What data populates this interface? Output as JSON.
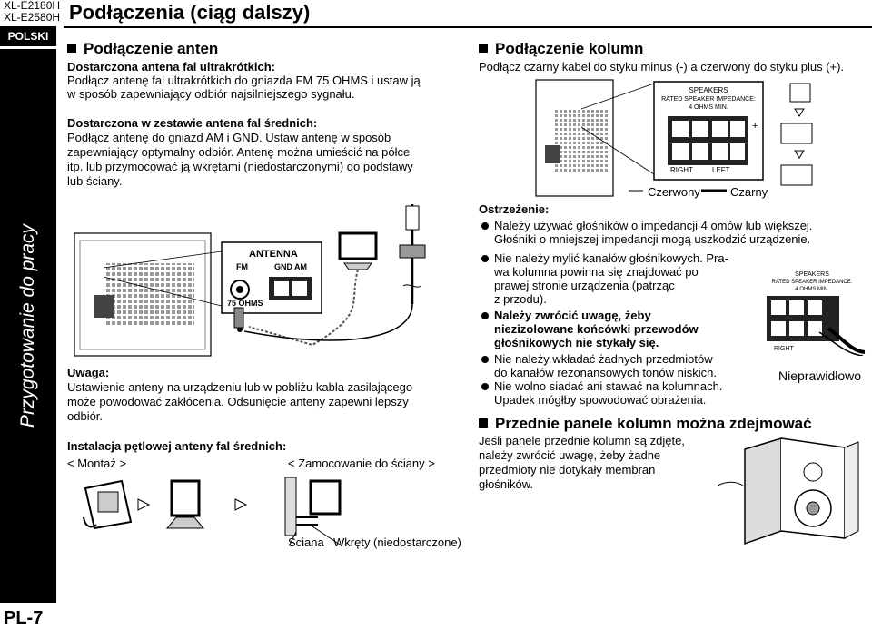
{
  "header": {
    "model_line1": "XL-E2180H",
    "model_line2": "XL-E2580H",
    "title": "Podłączenia (ciąg dalszy)",
    "language": "POLSKI"
  },
  "sidebar": {
    "section": "Przygotowanie do pracy"
  },
  "footer": {
    "page": "PL-7"
  },
  "antenna": {
    "heading": "Podłączenie anten",
    "fm_title": "Dostarczona antena fal ultrakrótkich:",
    "fm_text_1": "Podłącz antenę fal ultrakrótkich do gniazda FM 75 OHMS i ustaw ją",
    "fm_text_2": "w sposób zapewniający odbiór najsilniejszego sygnału.",
    "am_title": "Dostarczona w zestawie antena fal średnich:",
    "am_text_1": "Podłącz antenę do gniazd AM i GND. Ustaw antenę w sposób",
    "am_text_2": "zapewniający optymalny odbiór. Antenę można umieścić na półce",
    "am_text_3": "itp. lub przymocować ją wkrętami (niedostarczonymi) do podstawy",
    "am_text_4": "lub ściany.",
    "panel_label": "ANTENNA",
    "fm_label": "FM",
    "gnd_label": "GND",
    "am_label": "AM",
    "ohms_label": "75 OHMS",
    "note_title": "Uwaga:",
    "note_text_1": "Ustawienie anteny na urządzeniu lub w pobliżu kabla zasilającego",
    "note_text_2": "może powodować zakłócenia. Odsunięcie anteny zapewni lepszy",
    "note_text_3": "odbiór.",
    "install_title": "Instalacja pętlowej anteny fal średnich:",
    "mount_label": "< Montaż >",
    "wall_label": "< Zamocowanie do ściany >",
    "wall_caption": "Ściana",
    "screws_caption": "Wkręty (niedostarczone)"
  },
  "speakers": {
    "heading": "Podłączenie kolumn",
    "text": "Podłącz czarny kabel do styku minus (-) a czerwony do styku plus (+).",
    "panel_line1": "SPEAKERS",
    "panel_line2": "RATED SPEAKER IMPEDANCE:",
    "panel_line3": "4 OHMS MIN.",
    "right_label": "RIGHT",
    "left_label": "LEFT",
    "plus": "+",
    "red_label": "Czerwony",
    "black_label": "Czarny",
    "warning_title": "Ostrzeżenie:",
    "bullets": [
      "Należy używać głośników o impedancji 4 omów lub większej.",
      "Głośniki o mniejszej impedancji mogą uszkodzić urządzenie.",
      "Nie należy mylić kanałów głośnikowych. Pra-",
      "wa kolumna powinna się znajdować po",
      "prawej stronie urządzenia (patrząc",
      "z przodu).",
      "Należy zwrócić uwagę, żeby",
      "niezizolowane końcówki przewodów",
      "głośnikowych nie stykały się.",
      "Nie należy wkładać żadnych przedmiotów",
      "do kanałów rezonansowych tonów niskich.",
      "Nie wolno siadać ani stawać na kolumnach.",
      "Upadek mógłby spowodować obrażenia."
    ],
    "wrong_label": "Nieprawidłowo",
    "small_panel_line1": "SPEAKERS",
    "small_panel_line2": "RATED SPEAKER IMPEDANCE:",
    "small_panel_line3": "4 OHMS MIN.",
    "small_right": "RIGHT"
  },
  "front_panels": {
    "heading": "Przednie panele kolumn można zdejmować",
    "text_1": "Jeśli panele przednie kolumn są zdjęte,",
    "text_2": "należy zwrócić uwagę, żeby żadne",
    "text_3": "przedmioty nie dotykały membran",
    "text_4": "głośników."
  }
}
